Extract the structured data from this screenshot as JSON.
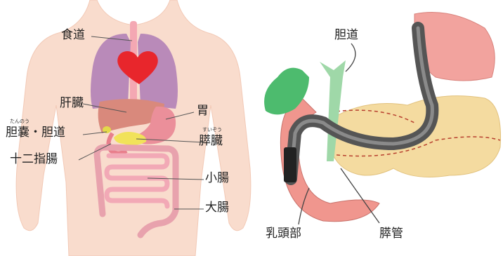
{
  "left_panel": {
    "labels": {
      "esophagus": "食道",
      "liver": "肝臓",
      "stomach": "胃",
      "gallbladder_bileduct": "胆嚢・胆道",
      "gallbladder_reading": "たんのう",
      "pancreas": "膵臓",
      "pancreas_reading": "すいぞう",
      "duodenum": "十二指腸",
      "small_intestine": "小腸",
      "large_intestine": "大腸"
    }
  },
  "right_panel": {
    "labels": {
      "bile_duct": "胆道",
      "papilla": "乳頭部",
      "pancreatic_duct": "膵管"
    }
  },
  "colors": {
    "skin": "#f9dccd",
    "lungs": "#b98ab9",
    "heart": "#e8262c",
    "liver": "#d9897c",
    "stomach": "#eb8f9a",
    "gallbladder": "#e3d94a",
    "pancreas_body": "#f4dba0",
    "intestine": "#f2a9b6",
    "bile_green": "#4dbb6e",
    "endoscope": "#555555"
  }
}
